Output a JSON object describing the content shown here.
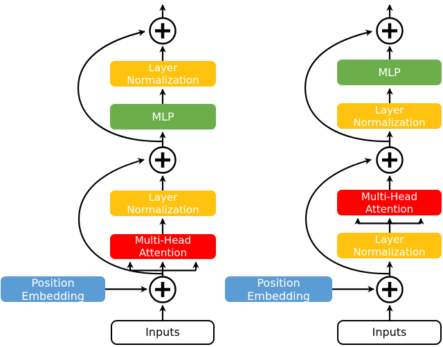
{
  "labels": {
    "layer_normalization": [
      "Layer",
      "Normalization"
    ],
    "multi_head_attention": [
      "Multi-Head",
      "Attention"
    ],
    "mlp": "MLP",
    "position_embedding": "Position Embedding",
    "inputs": "Inputs",
    "plus": "+"
  },
  "colors": {
    "layer_normalization": "#FFC20E",
    "mlp": "#6CAF4A",
    "multi_head_attention": "#FE0000",
    "position_embedding": "#5C9CD5",
    "inputs_fill": "#FFFFFF",
    "line": "#000000"
  },
  "left_diagram": {
    "stack_bottom_to_top": [
      "Inputs",
      "+ (Position Embedding)",
      "Multi-Head Attention",
      "Layer Normalization",
      "+",
      "MLP",
      "Layer Normalization",
      "+"
    ]
  },
  "right_diagram": {
    "stack_bottom_to_top": [
      "Inputs",
      "+ (Position Embedding)",
      "Layer Normalization",
      "Multi-Head Attention",
      "+",
      "Layer Normalization",
      "MLP",
      "+"
    ]
  }
}
